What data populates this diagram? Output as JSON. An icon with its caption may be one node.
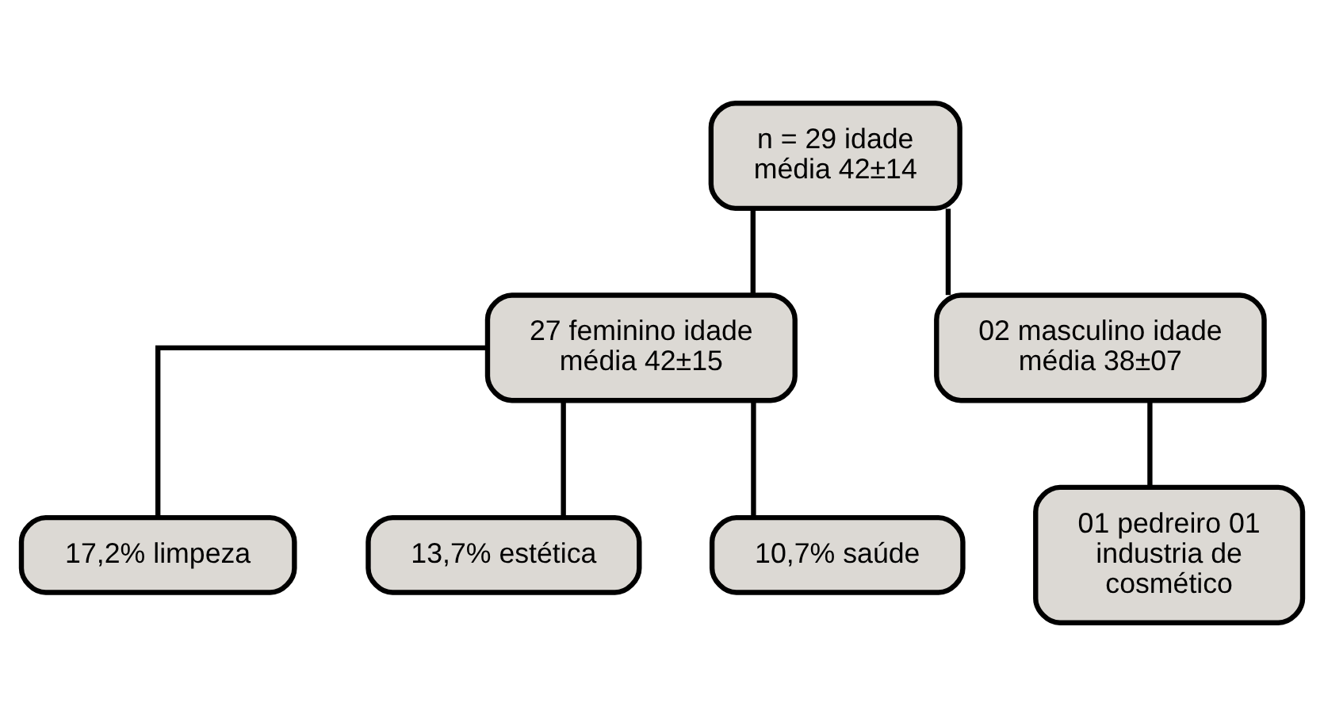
{
  "diagram": {
    "nodes": [
      {
        "text": [
          "n = 29 idade média 42±14"
        ]
      },
      {
        "text": [
          "27 feminino idade média 42±15"
        ]
      },
      {
        "text": [
          "02 masculino idade média 38±07"
        ]
      },
      {
        "text": [
          "17,2% limpeza"
        ]
      },
      {
        "text": [
          "13,7% estética"
        ]
      },
      {
        "text": [
          "10,7% saúde"
        ]
      },
      {
        "text": [
          "01 pedreiro 01 industria de cosmético"
        ]
      }
    ],
    "edges": [
      {
        "from": 0,
        "to": 1,
        "arrow": "none"
      },
      {
        "from": 0,
        "to": 2,
        "arrow": "none"
      },
      {
        "from": 1,
        "to": 3,
        "arrow": "none"
      },
      {
        "from": 1,
        "to": 4,
        "arrow": "none"
      },
      {
        "from": 1,
        "to": 5,
        "arrow": "none"
      },
      {
        "from": 2,
        "to": 6,
        "arrow": "none"
      }
    ]
  }
}
